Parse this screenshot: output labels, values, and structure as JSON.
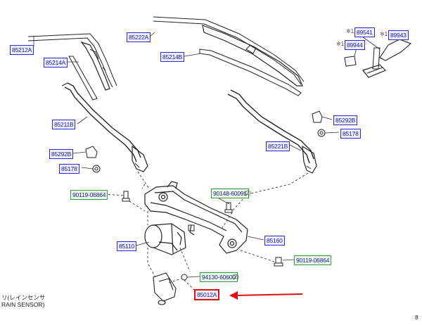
{
  "labels": {
    "p85212A": "85212A",
    "p85214A": "85214A",
    "p85222A": "85222A",
    "p85214B": "85214B",
    "p89541": "89541",
    "p89944": "89944",
    "p89943": "89943",
    "p85211B": "85211B",
    "p85292B_right": "85292B",
    "p85178_right": "85178",
    "p85221B": "85221B",
    "p85292B_left": "85292B",
    "p85178_left": "85178",
    "p90119_left": "90119-06864",
    "p90148": "90148-60091",
    "p85160": "85160",
    "p85110": "85110",
    "p90119_right": "90119-06864",
    "p94130": "94130-60600",
    "p85012A": "85012A"
  },
  "qty": {
    "q90148": "(2)",
    "q94130": "(2)"
  },
  "marks": {
    "m89541": "※1",
    "m89944": "※1",
    "m89943": "※1"
  },
  "notes": {
    "rain_sensor_jp": "リ(レインセンサ",
    "rain_sensor_en": "RAIN SENSOR)",
    "corner": "8"
  },
  "colors": {
    "label_border_blue": "#2a2ad8",
    "label_border_green": "#3a9a3a",
    "highlight_red": "#e01010"
  }
}
